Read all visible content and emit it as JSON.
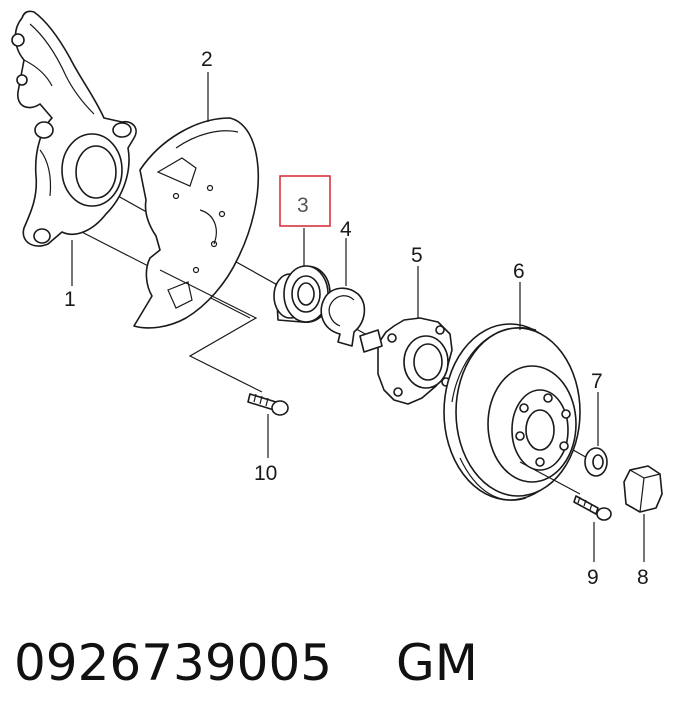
{
  "diagram": {
    "callouts": {
      "knuckle": "1",
      "splash_shield": "2",
      "bearing": "3",
      "snap_ring": "4",
      "hub": "5",
      "disc": "6",
      "washer": "7",
      "nut": "8",
      "wheel_bolt": "9",
      "shield_bolt": "10"
    },
    "highlighted_part": "3",
    "highlight_color": "#d9333f"
  },
  "footer": {
    "part_number": "0926739005",
    "brand": "GM"
  }
}
